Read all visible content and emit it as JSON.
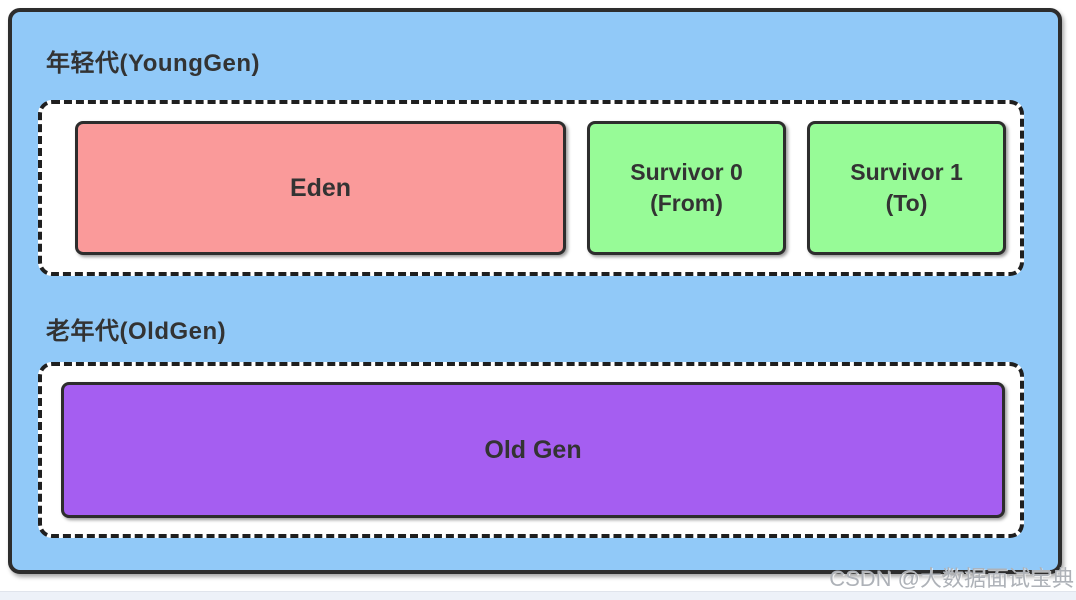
{
  "diagram": {
    "title_semantic": "JVM heap generations diagram",
    "young_gen": {
      "label": "年轻代(YoungGen)",
      "regions": [
        {
          "id": "eden",
          "label": "Eden",
          "sublabel": "",
          "color": "#FA9A9A"
        },
        {
          "id": "survivor0",
          "label": "Survivor 0",
          "sublabel": "(From)",
          "color": "#97FB97"
        },
        {
          "id": "survivor1",
          "label": "Survivor 1",
          "sublabel": "(To)",
          "color": "#97FB97"
        }
      ]
    },
    "old_gen": {
      "label": "老年代(OldGen)",
      "regions": [
        {
          "id": "oldgen",
          "label": "Old Gen",
          "color": "#A55EF1"
        }
      ]
    }
  },
  "watermark": "CSDN @大数据面试宝典",
  "colors": {
    "heap_bg": "#91C9F8",
    "region_bg": "#ffffff",
    "border": "#2d2d2d",
    "dash": "#1f1f1f",
    "text": "#333333",
    "eden": "#FA9A9A",
    "survivor": "#97FB97",
    "oldgen": "#A55EF1",
    "watermark": "#aeb2b8",
    "strip": "#edf1f8"
  }
}
